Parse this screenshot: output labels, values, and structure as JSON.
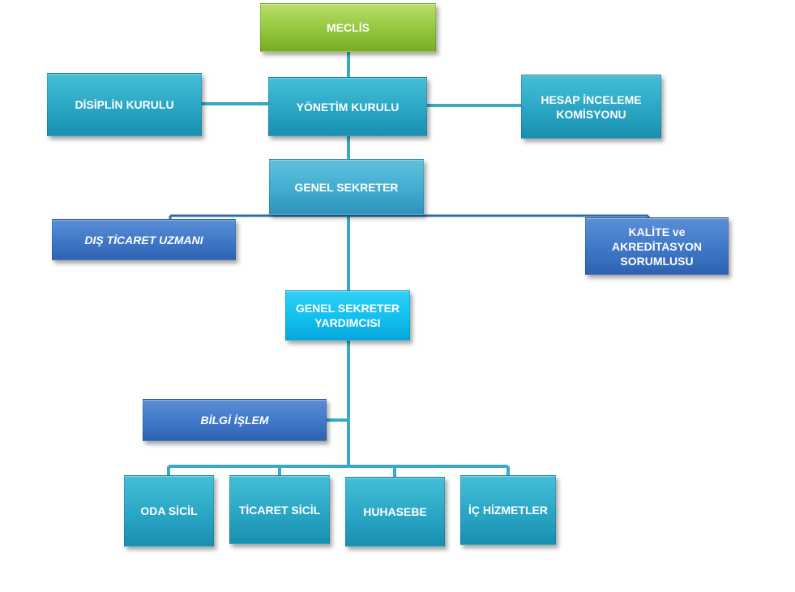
{
  "nodes": {
    "meclis": "MECLİS",
    "yonetim_kurulu": "YÖNETİM KURULU",
    "disiplin_kurulu": "DİSİPLİN KURULU",
    "hesap_inceleme": "HESAP İNCELEME KOMİSYONU",
    "genel_sekreter": "GENEL SEKRETER",
    "dis_ticaret": "DIŞ TİCARET UZMANI",
    "kalite": "KALİTE ve AKREDİTASYON SORUMLUSU",
    "genel_sekreter_yardimcisi": "GENEL SEKRETER YARDIMCISI",
    "bilgi_islem": "BİLGİ İŞLEM",
    "oda_sicil": "ODA SİCİL",
    "ticaret_sicil": "TİCARET SİCİL",
    "muhasebe": "HUHASEBE",
    "ic_hizmetler": "İÇ HİZMETLER"
  },
  "colors": {
    "connector": "#3aa9c7",
    "connector_dark": "#2e6fa8",
    "teal": "#2aa6c5",
    "green": "#93c63c",
    "cyan": "#12bfee",
    "blue": "#3f77c7"
  }
}
